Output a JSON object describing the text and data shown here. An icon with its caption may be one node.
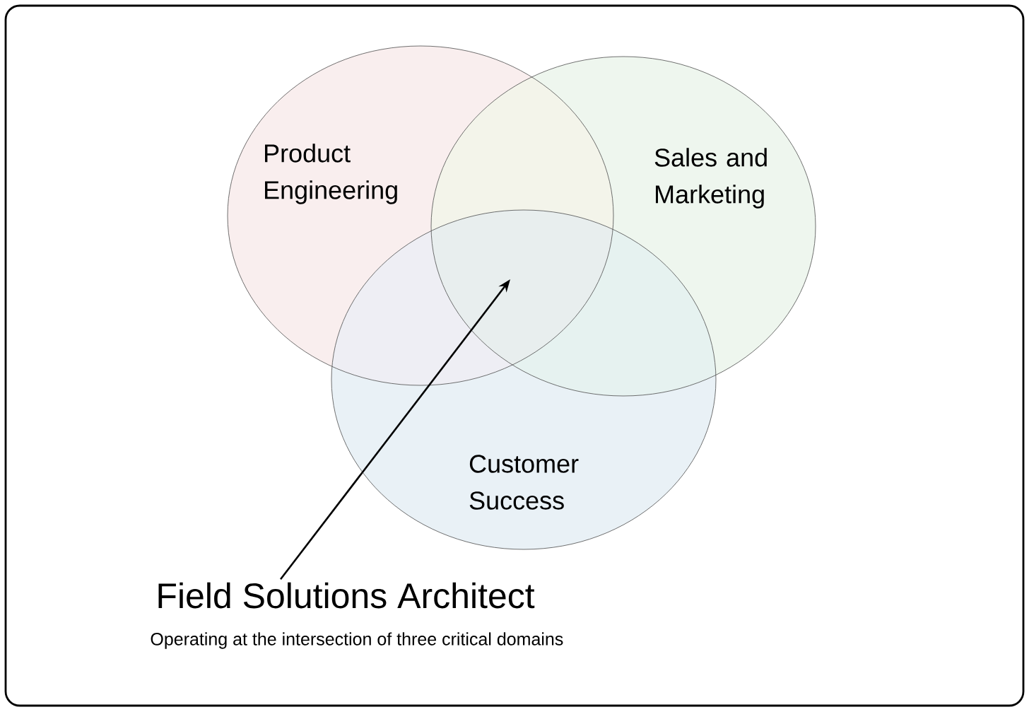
{
  "diagram": {
    "nodes": [
      {
        "text": [
          "Product Engineering"
        ]
      },
      {
        "text": [
          "Sales and Marketing"
        ]
      },
      {
        "text": [
          "Customer Success"
        ]
      },
      {
        "text": [
          "Field Solutions Architect"
        ]
      }
    ],
    "edges": [
      {
        "from": 3,
        "to": 2,
        "arrow": "to"
      }
    ],
    "labels": [
      "Operating at the intersection of three critical domains"
    ]
  }
}
